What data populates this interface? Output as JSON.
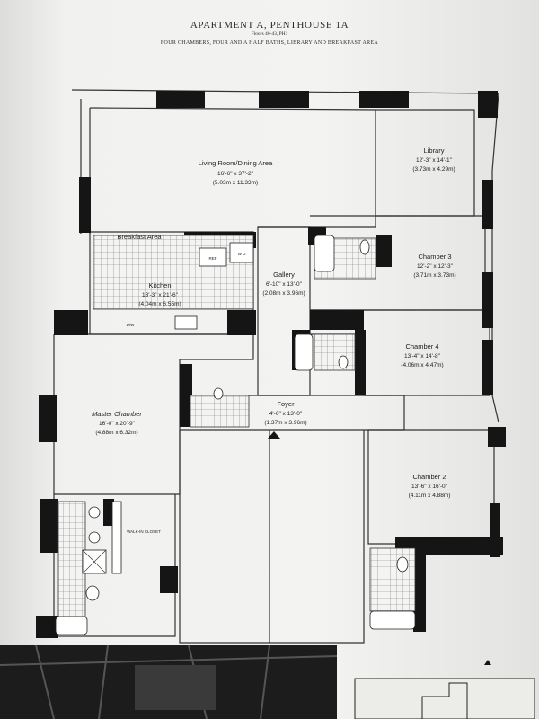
{
  "header": {
    "title": "APARTMENT A, PENTHOUSE 1A",
    "floors": "Floors 40-43, PH1",
    "description": "FOUR CHAMBERS, FOUR AND A HALF BATHS, LIBRARY AND BREAKFAST AREA"
  },
  "rooms": {
    "living": {
      "name": "Living Room/Dining Area",
      "dims": "16'-6\" x 37'-2\"",
      "metric": "(5.03m x 11.33m)"
    },
    "library": {
      "name": "Library",
      "dims": "12'-3\" x 14'-1\"",
      "metric": "(3.73m x 4.29m)"
    },
    "breakfast": {
      "name": "Breakfast Area"
    },
    "kitchen": {
      "name": "Kitchen",
      "dims": "13'-3\" x 21'-6\"",
      "metric": "(4.04m x 6.55m)"
    },
    "gallery": {
      "name": "Gallery",
      "dims": "6'-10\" x 13'-0\"",
      "metric": "(2.08m x 3.96m)"
    },
    "chamber3": {
      "name": "Chamber 3",
      "dims": "12'-2\" x 12'-3\"",
      "metric": "(3.71m x 3.73m)"
    },
    "chamber4": {
      "name": "Chamber 4",
      "dims": "13'-4\" x 14'-8\"",
      "metric": "(4.06m x 4.47m)"
    },
    "foyer": {
      "name": "Foyer",
      "dims": "4'-6\" x 13'-0\"",
      "metric": "(1.37m x 3.96m)"
    },
    "master": {
      "name": "Master Chamber",
      "dims": "16'-0\" x 20'-9\"",
      "metric": "(4.88m x 6.32m)"
    },
    "chamber2": {
      "name": "Chamber 2",
      "dims": "13'-6\" x 16'-0\"",
      "metric": "(4.11m x 4.88m)"
    },
    "closet": {
      "name": "WALK-IN CLOSET"
    }
  },
  "fixtures": {
    "ref": "REF",
    "wd": "W D",
    "dw": "D/W"
  },
  "colors": {
    "wall": "#151515",
    "paper": "#f2f2f0",
    "tile": "#8a8a8a"
  }
}
